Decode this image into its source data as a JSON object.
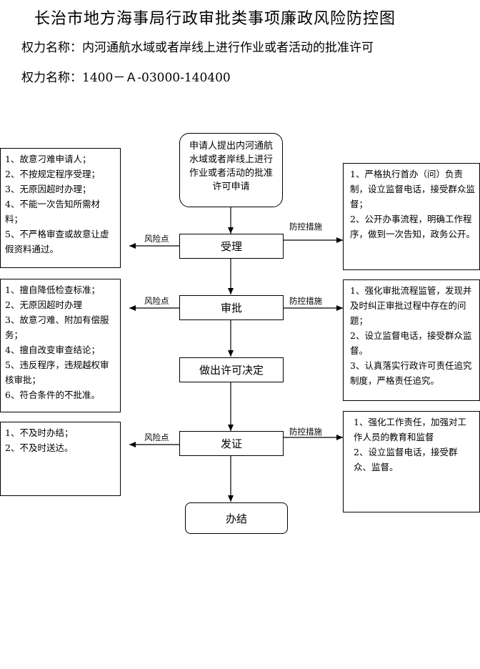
{
  "header": {
    "title": "长治市地方海事局行政审批类事项廉政风险防控图",
    "power_name_line": "权力名称：内河通航水域或者岸线上进行作业或者活动的批准许可",
    "power_code_line": "权力名称：1400－Ａ-03000-140400"
  },
  "flow": {
    "start_text": "申请人提出内河通航水域或者岸线上进行作业或者活动的批准许可申请",
    "step_accept": "受理",
    "step_review": "审批",
    "step_decision": "做出许可决定",
    "step_issue": "发证",
    "step_end": "办结"
  },
  "labels": {
    "risk_point": "风险点",
    "control_measure": "防控措施"
  },
  "risks": {
    "accept": [
      "1、故意刁难申请人；",
      "2、不按规定程序受理；",
      "3、无原因超时办理；",
      "4、不能一次告知所需材料；",
      "5、不严格审查或故意让虚假资料通过。"
    ],
    "review": [
      "1、擅自降低检查标准；",
      "2、无原因超时办理",
      "3、故意刁难、附加有偿服务；",
      "4、擅自改变审查结论；",
      "5、违反程序，违规越权审核审批；",
      "6、符合条件的不批准。"
    ],
    "issue": [
      "1、不及时办结；",
      "2、不及时送达。"
    ]
  },
  "measures": {
    "accept": [
      "1、严格执行首办（问）负责制，设立监督电话，接受群众监督；",
      "2、公开办事流程，明确工作程序，做到一次告知，政务公开。"
    ],
    "review": [
      "1、强化审批流程监管，发现并及时纠正审批过程中存在的问题；",
      "2、设立监督电话，接受群众监督。",
      "3、认真落实行政许可责任追究制度，严格责任追究。"
    ],
    "issue": [
      "1、强化工作责任，加强对工作人员的教育和监督",
      "2、设立监督电话，接受群众、监督。"
    ]
  }
}
